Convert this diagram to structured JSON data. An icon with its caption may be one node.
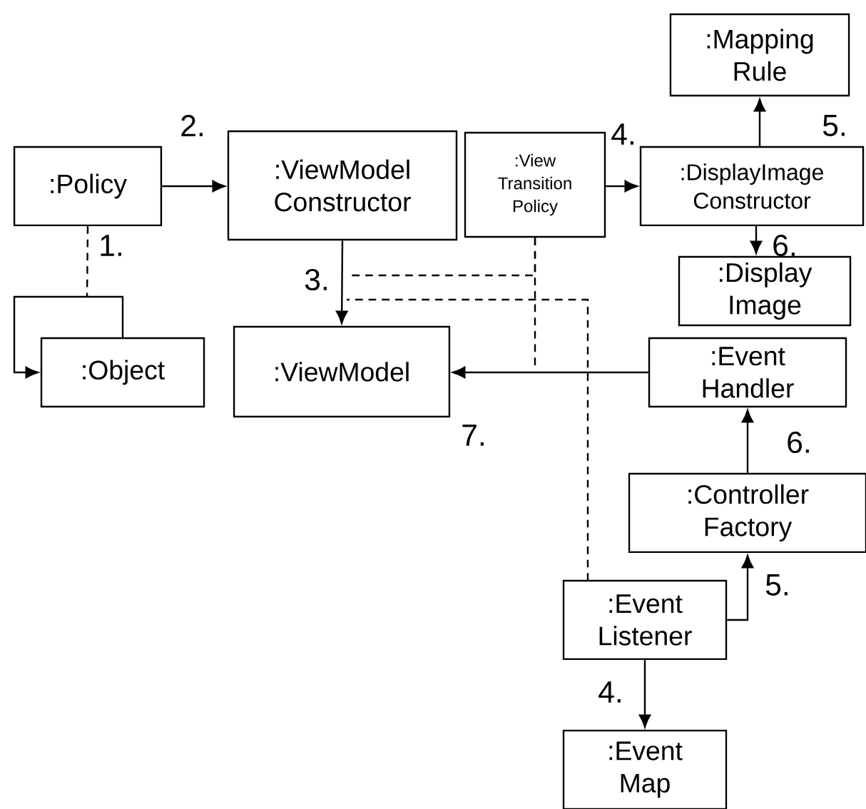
{
  "diagram": {
    "nodes": [
      {
        "text": [
          ":Policy"
        ]
      },
      {
        "text": [
          ":ViewModel Constructor"
        ]
      },
      {
        "text": [
          ":View Transition Policy"
        ]
      },
      {
        "text": [
          ":Mapping Rule"
        ]
      },
      {
        "text": [
          ":DisplayImage Constructor"
        ]
      },
      {
        "text": [
          ":Display Image"
        ]
      },
      {
        "text": [
          ":Object"
        ]
      },
      {
        "text": [
          ":ViewModel"
        ]
      },
      {
        "text": [
          ":Event Handler"
        ]
      },
      {
        "text": [
          ":Controller Factory"
        ]
      },
      {
        "text": [
          ":Event Listener"
        ]
      },
      {
        "text": [
          ":Event Map"
        ]
      }
    ],
    "edges": [
      {
        "from": 0,
        "to": 1,
        "arrow": "to",
        "label": "2."
      },
      {
        "from": 0,
        "to": null,
        "arrow": "none",
        "style": "dashed",
        "label": "1."
      },
      {
        "from": 6,
        "to": 6,
        "arrow": "to"
      },
      {
        "from": 1,
        "to": 7,
        "arrow": "to",
        "label": "3."
      },
      {
        "from": 2,
        "to": null,
        "arrow": "none",
        "style": "dashed"
      },
      {
        "from": 2,
        "to": null,
        "arrow": "none",
        "style": "dashed"
      },
      {
        "from": 10,
        "to": null,
        "arrow": "none",
        "style": "dashed"
      },
      {
        "from": 2,
        "to": 4,
        "arrow": "to",
        "label": "4."
      },
      {
        "from": 4,
        "to": 3,
        "arrow": "to",
        "label": "5."
      },
      {
        "from": 4,
        "to": 5,
        "arrow": "to",
        "label": "6."
      },
      {
        "from": 8,
        "to": 7,
        "arrow": "to",
        "label": "7."
      },
      {
        "from": 9,
        "to": 8,
        "arrow": "to",
        "label": "6."
      },
      {
        "from": 10,
        "to": 9,
        "arrow": "to",
        "label": "5."
      },
      {
        "from": 10,
        "to": 11,
        "arrow": "to",
        "label": "4."
      }
    ]
  }
}
